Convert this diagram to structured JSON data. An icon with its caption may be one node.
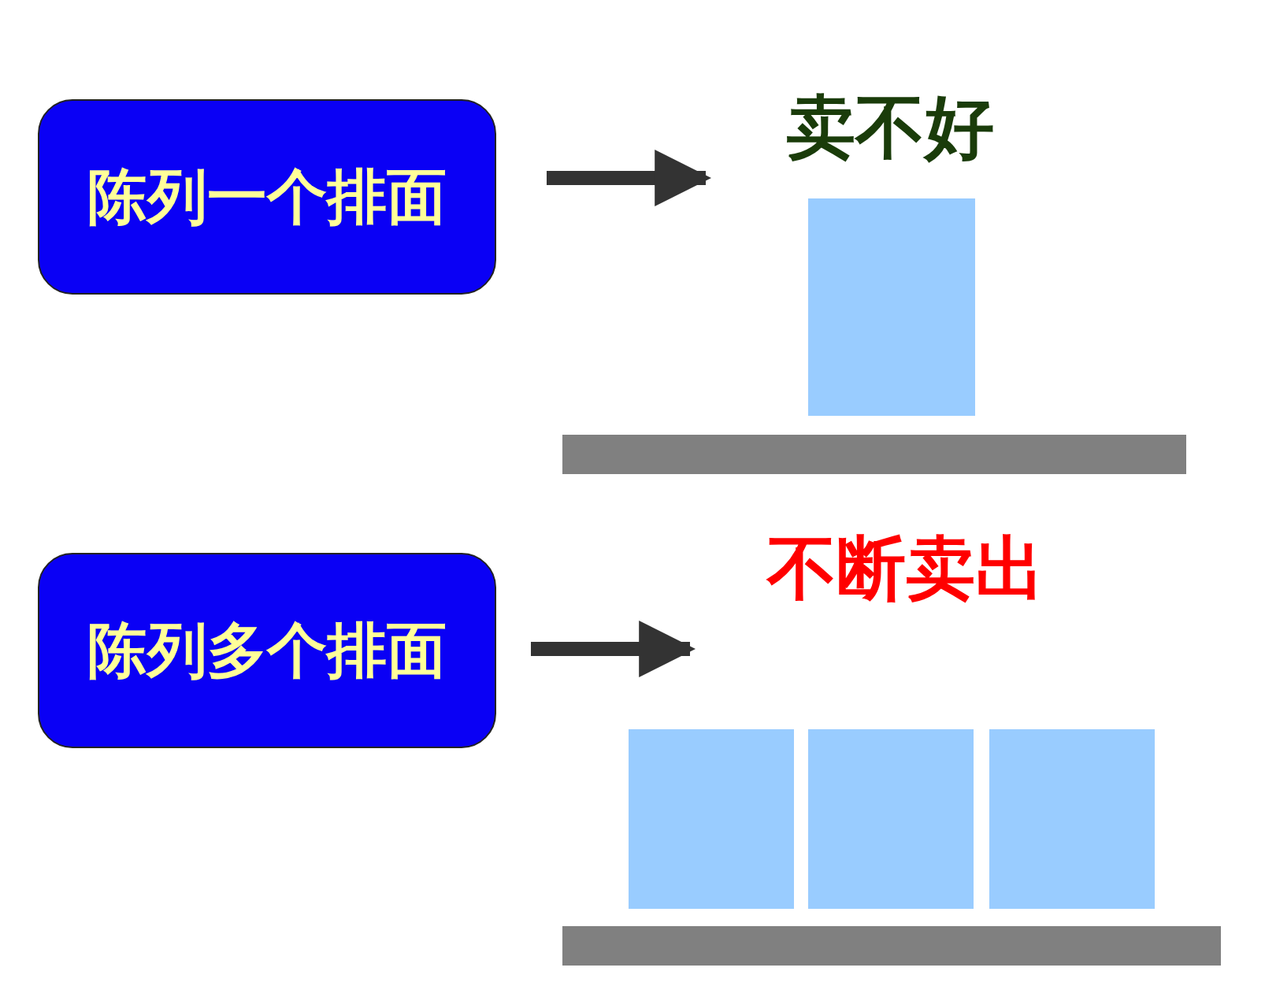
{
  "diagram": {
    "nodes": [
      {
        "text": [
          "陈列一个排面"
        ]
      },
      {
        "text": [
          "卖不好"
        ]
      },
      {
        "text": [
          "陈列多个排面"
        ]
      },
      {
        "text": [
          "不断卖出"
        ]
      }
    ],
    "edges": [
      {
        "from": 0,
        "to": 1,
        "arrow": "to"
      },
      {
        "from": 2,
        "to": 3,
        "arrow": "to"
      }
    ]
  }
}
